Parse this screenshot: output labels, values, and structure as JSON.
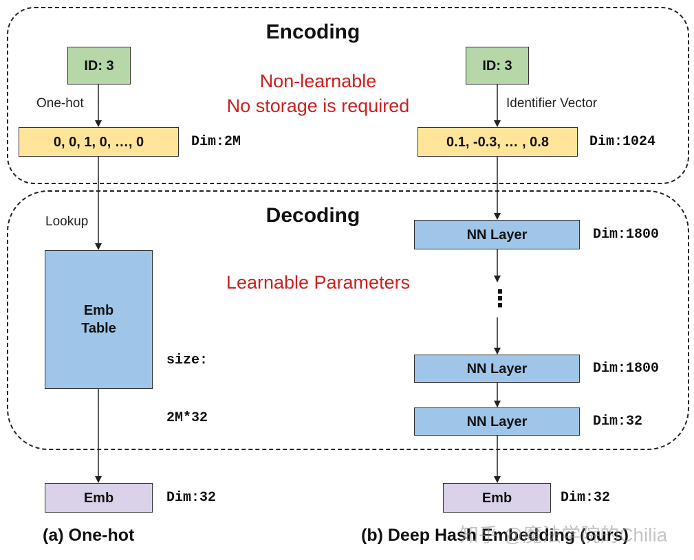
{
  "encoding": {
    "title": "Encoding"
  },
  "decoding": {
    "title": "Decoding"
  },
  "notes": {
    "non_learnable_line1": "Non-learnable",
    "non_learnable_line2": "No storage is required",
    "learnable": "Learnable Parameters"
  },
  "left": {
    "id_node": "ID: 3",
    "onehot_label": "One-hot",
    "onehot_vector": "0, 0, 1, 0, …, 0",
    "onehot_dim": "Dim:2M",
    "lookup_label": "Lookup",
    "emb_table_line1": "Emb",
    "emb_table_line2": "Table",
    "size_line1": "size:",
    "size_line2": "2M*32",
    "emb": "Emb",
    "emb_dim": "Dim:32",
    "caption": "(a) One-hot"
  },
  "right": {
    "id_node": "ID: 3",
    "identifier_label": "Identifier Vector",
    "identifier_vector": "0.1, -0.3, … , 0.8",
    "identifier_dim": "Dim:1024",
    "nn_layer_1": "NN Layer",
    "nn_layer_1_dim": "Dim:1800",
    "ellipsis": "⋮",
    "nn_layer_2": "NN Layer",
    "nn_layer_2_dim": "Dim:1800",
    "nn_layer_3": "NN Layer",
    "nn_layer_3_dim": "Dim:32",
    "emb": "Emb",
    "emb_dim": "Dim:32",
    "caption": "(b) Deep Hash Embedding (ours)"
  },
  "watermark": "知乎 @魔法学院的Chilia",
  "colors": {
    "id_node": "#b6d7a8",
    "vector_node": "#ffe599",
    "layer_node": "#9fc5e8",
    "emb_node": "#d9d2e9",
    "note_text": "#cc1f1f"
  }
}
